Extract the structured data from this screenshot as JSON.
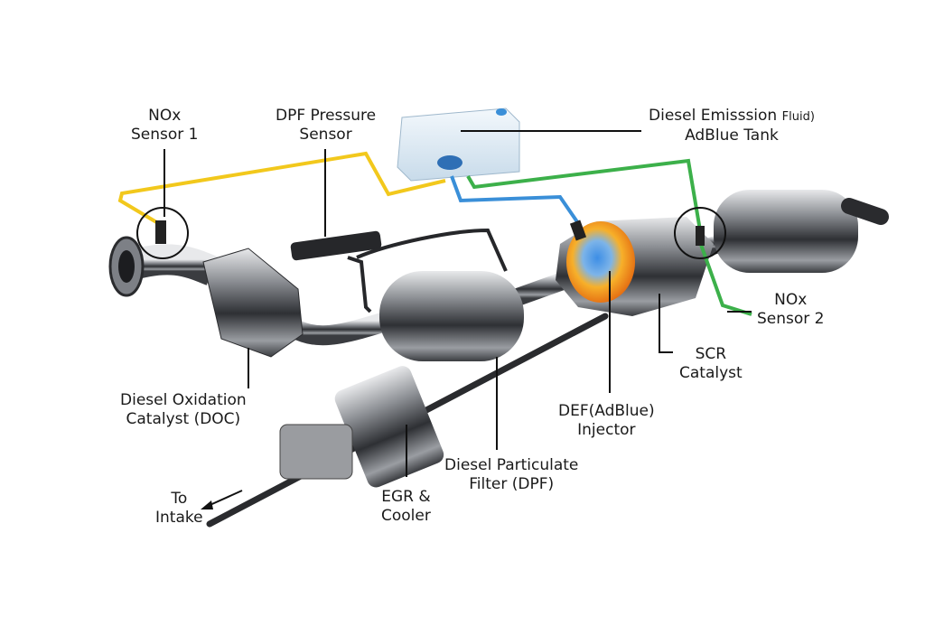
{
  "labels": {
    "nox1": [
      "NOx",
      "Sensor 1"
    ],
    "dpf_pressure": [
      "DPF Pressure",
      "Sensor"
    ],
    "tank": [
      "Diesel Emisssion",
      "Fluid)",
      "AdBlue Tank"
    ],
    "nox2": [
      "NOx",
      "Sensor 2"
    ],
    "scr": [
      "SCR",
      "Catalyst"
    ],
    "injector": [
      "DEF(AdBlue)",
      "Injector"
    ],
    "dpf": [
      "Diesel Particulate",
      "Filter (DPF)"
    ],
    "egr": [
      "EGR &",
      "Cooler"
    ],
    "intake": [
      "To",
      "Intake"
    ],
    "doc": [
      "Diesel Oxidation",
      "Catalyst (DOC)"
    ]
  },
  "colors": {
    "yellow_wire": "#f2c81c",
    "blue_line": "#3a8fd8",
    "green_wire": "#3cb04a",
    "metal": "#8a8d92",
    "leader": "#111111"
  }
}
